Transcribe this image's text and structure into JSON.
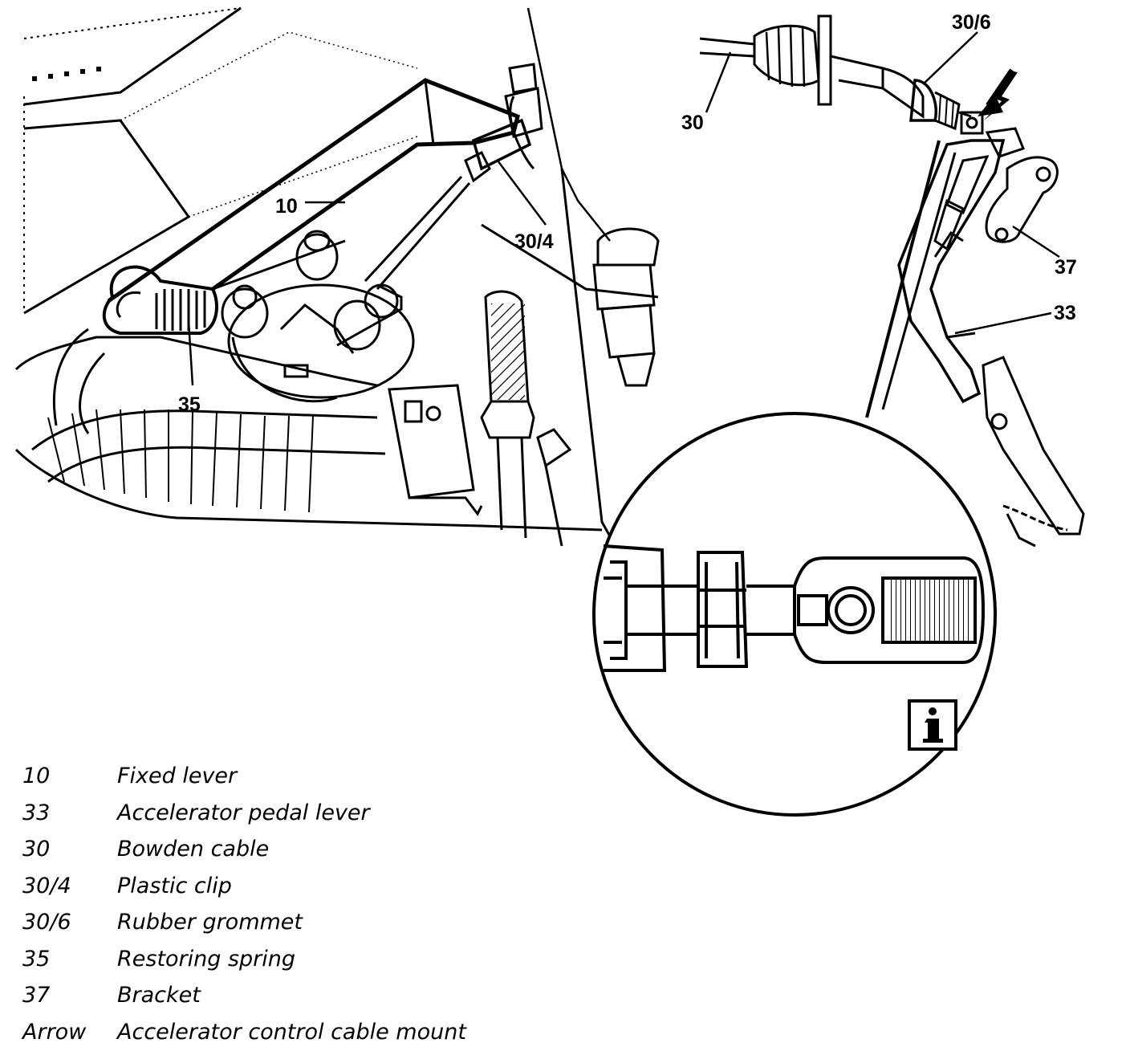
{
  "callouts": {
    "c10": "10",
    "c35": "35",
    "c30_4": "30/4",
    "c30": "30",
    "c30_6": "30/6",
    "c37": "37",
    "c33": "33"
  },
  "legend": [
    {
      "key": "10",
      "desc": "Fixed lever"
    },
    {
      "key": "33",
      "desc": "Accelerator pedal lever"
    },
    {
      "key": "30",
      "desc": "Bowden cable"
    },
    {
      "key": "30/4",
      "desc": "Plastic clip"
    },
    {
      "key": "30/6",
      "desc": "Rubber grommet"
    },
    {
      "key": "35",
      "desc": "Restoring spring"
    },
    {
      "key": "37",
      "desc": "Bracket"
    },
    {
      "key": "Arrow",
      "desc": "Accelerator control cable mount"
    }
  ]
}
